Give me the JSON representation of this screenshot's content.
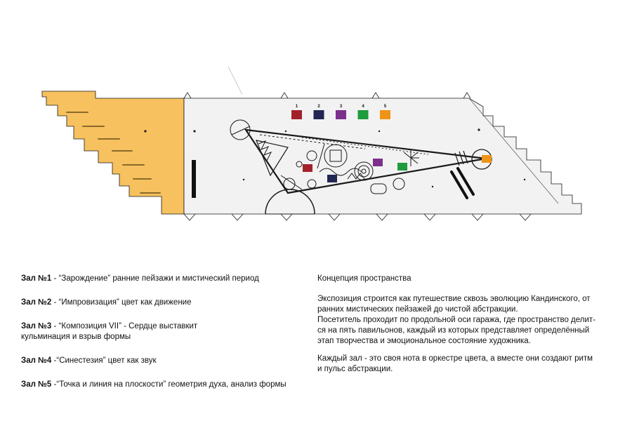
{
  "plan": {
    "swatches": [
      {
        "number": "1",
        "color": "#a3222a"
      },
      {
        "number": "2",
        "color": "#222653"
      },
      {
        "number": "3",
        "color": "#7d2f8d"
      },
      {
        "number": "4",
        "color": "#1f9b3d"
      },
      {
        "number": "5",
        "color": "#ef9317"
      }
    ],
    "colors": {
      "yellow_zone": "#f6c15e",
      "floor": "#f2f2f2",
      "outline": "#1a1a1a",
      "dim_line": "#999999"
    }
  },
  "halls": [
    {
      "label": "Зал №1",
      "lines": [
        "- “Зарождение” ранние пейзажи и мистический период"
      ]
    },
    {
      "label": "Зал №2",
      "lines": [
        "-  “Импровизация” цвет как движение"
      ]
    },
    {
      "label": "Зал №3",
      "lines": [
        "- “Композиция VII” - Сердце выставкит",
        "кульминация и взрыв формы"
      ]
    },
    {
      "label": "Зал №4",
      "lines": [
        "-“Синестезия” цвет как звук"
      ]
    },
    {
      "label": "Зал №5",
      "lines": [
        "-“Точка и линия на плоскости” геометрия духа, анализ формы"
      ]
    }
  ],
  "concept": {
    "title": "Концепция пространства",
    "paragraph1": [
      "Экспозиция строится как путешествие сквозь эволюцию Кандинского, от",
      "ранних мистических пейзажей до чистой абстракции.",
      "Посетитель проходит по продольной оси гаража, где пространство делит-",
      "ся на пять павильонов, каждый из которых представляет определённый",
      "этап творчества и эмоциональное состояние художника."
    ],
    "paragraph2": [
      "Каждый зал - это своя нота в оркестре цвета, а вместе они создают ритм",
      "и пульс абстракции."
    ]
  }
}
